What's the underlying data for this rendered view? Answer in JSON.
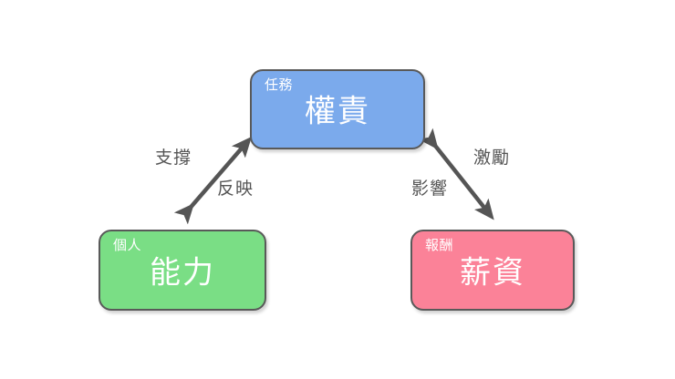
{
  "diagram": {
    "title": "",
    "type": "triangular-relationship-diagram",
    "nodes": [
      {
        "id": "task",
        "sub_label": "任務",
        "main_label": "權責",
        "fill": "#7BAAEC",
        "border": "#595959",
        "text_color": "#FFFFFF"
      },
      {
        "id": "person",
        "sub_label": "個人",
        "main_label": "能力",
        "fill": "#7ADE85",
        "border": "#595959",
        "text_color": "#FFFFFF"
      },
      {
        "id": "reward",
        "sub_label": "報酬",
        "main_label": "薪資",
        "fill": "#FB8298",
        "border": "#595959",
        "text_color": "#FFFFFF"
      }
    ],
    "edges": [
      {
        "id": "person-to-task",
        "from": "person",
        "to": "task",
        "label": "支撐",
        "color": "#555555",
        "double_headed": true
      },
      {
        "id": "task-to-person",
        "from": "task",
        "to": "person",
        "label": "反映",
        "color": "#555555",
        "double_headed": true
      },
      {
        "id": "reward-to-task",
        "from": "reward",
        "to": "task",
        "label": "激勵",
        "color": "#555555",
        "double_headed": true
      },
      {
        "id": "task-to-reward",
        "from": "task",
        "to": "reward",
        "label": "影響",
        "color": "#555555",
        "double_headed": true
      }
    ]
  }
}
